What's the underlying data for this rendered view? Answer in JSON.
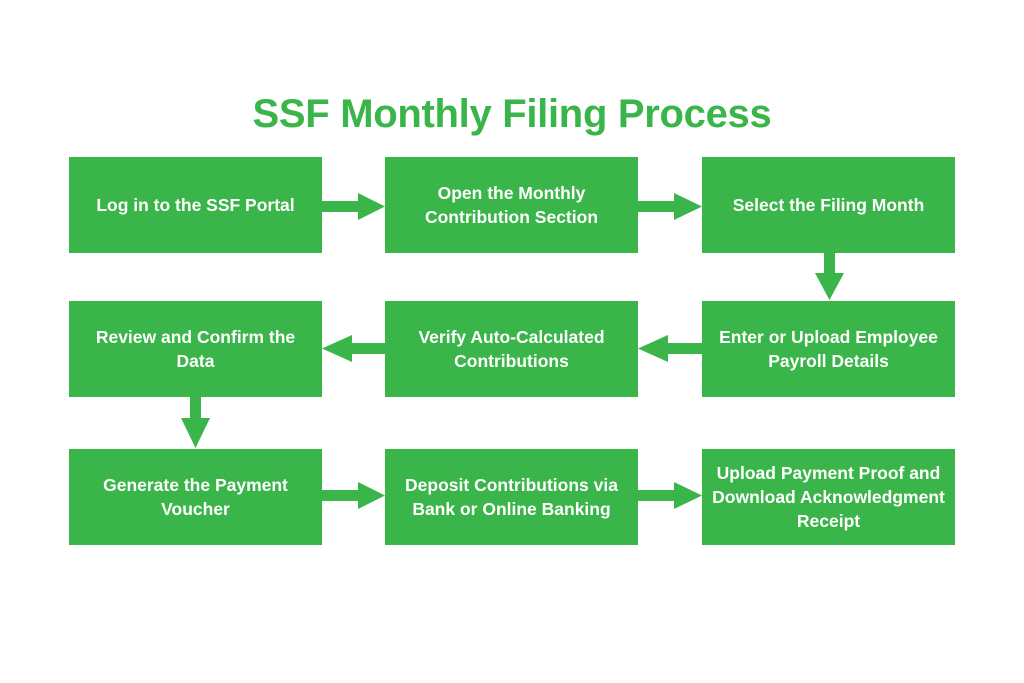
{
  "title": "SSF Monthly Filing Process",
  "colors": {
    "accent": "#3ab54a",
    "text_on_accent": "#ffffff",
    "background": "#ffffff"
  },
  "steps": [
    {
      "label": "Log in to the SSF Portal"
    },
    {
      "label": "Open the Monthly Contribution Section"
    },
    {
      "label": "Select the Filing Month"
    },
    {
      "label": "Enter or Upload Employee Payroll Details"
    },
    {
      "label": "Verify Auto-Calculated Contributions"
    },
    {
      "label": "Review and Confirm the Data"
    },
    {
      "label": "Generate the Payment Voucher"
    },
    {
      "label": "Deposit Contributions via Bank or Online Banking"
    },
    {
      "label": "Upload Payment Proof and Download Acknowledgment Receipt"
    }
  ]
}
